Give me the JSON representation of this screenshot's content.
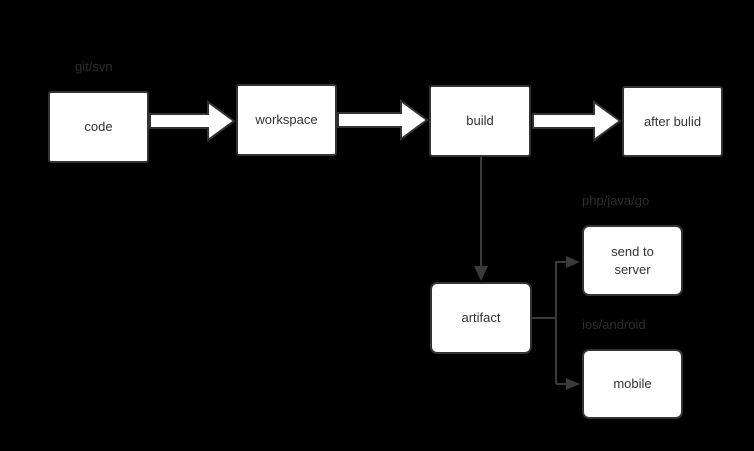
{
  "diagram": {
    "type": "flowchart",
    "background_color": "#000000",
    "colors": {
      "node_fill": "#ffffff",
      "node_border": "#333333",
      "node_text": "#333333",
      "block_arrow_fill": "#ffffff",
      "block_arrow_outline": "#333333",
      "connector_line": "#3a3a3a",
      "annotation_text": "#2e2e2e"
    },
    "nodes": [
      {
        "id": "code",
        "label": "code"
      },
      {
        "id": "workspace",
        "label": "workspace"
      },
      {
        "id": "build",
        "label": "build"
      },
      {
        "id": "after-bulid",
        "label": "after bulid"
      },
      {
        "id": "artifact",
        "label": "artifact"
      },
      {
        "id": "send-to-server",
        "label": "send to server"
      },
      {
        "id": "mobile",
        "label": "mobile"
      }
    ],
    "annotations": [
      {
        "id": "git-svn",
        "label": "git/svn",
        "near": "code"
      },
      {
        "id": "php-java-go",
        "label": "php/java/go",
        "near": "send-to-server"
      },
      {
        "id": "ios-android",
        "label": "ios/android",
        "near": "mobile"
      }
    ],
    "edges": [
      {
        "from": "code",
        "to": "workspace",
        "style": "block-arrow"
      },
      {
        "from": "workspace",
        "to": "build",
        "style": "block-arrow"
      },
      {
        "from": "build",
        "to": "after-bulid",
        "style": "block-arrow"
      },
      {
        "from": "build",
        "to": "artifact",
        "style": "thin-arrow"
      },
      {
        "from": "artifact",
        "to": "send-to-server",
        "style": "thin-arrow"
      },
      {
        "from": "artifact",
        "to": "mobile",
        "style": "thin-arrow"
      }
    ]
  }
}
